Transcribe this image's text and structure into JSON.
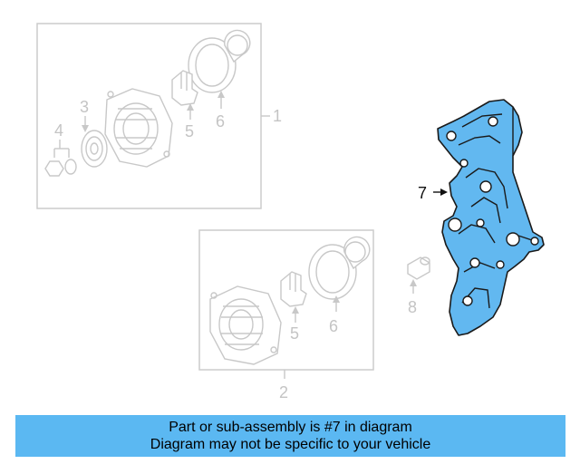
{
  "callouts": {
    "c1": "1",
    "c2": "2",
    "c3": "3",
    "c4": "4",
    "c5a": "5",
    "c5b": "5",
    "c6a": "6",
    "c6b": "6",
    "c7": "7",
    "c8": "8"
  },
  "caption": {
    "line1": "Part or sub-assembly is #7 in diagram",
    "line2": "Diagram may not be specific to your vehicle"
  },
  "colors": {
    "highlight": "#62b8f0",
    "caption_bg": "#5bb8f2",
    "faded_parts": "#c8c8c8"
  }
}
